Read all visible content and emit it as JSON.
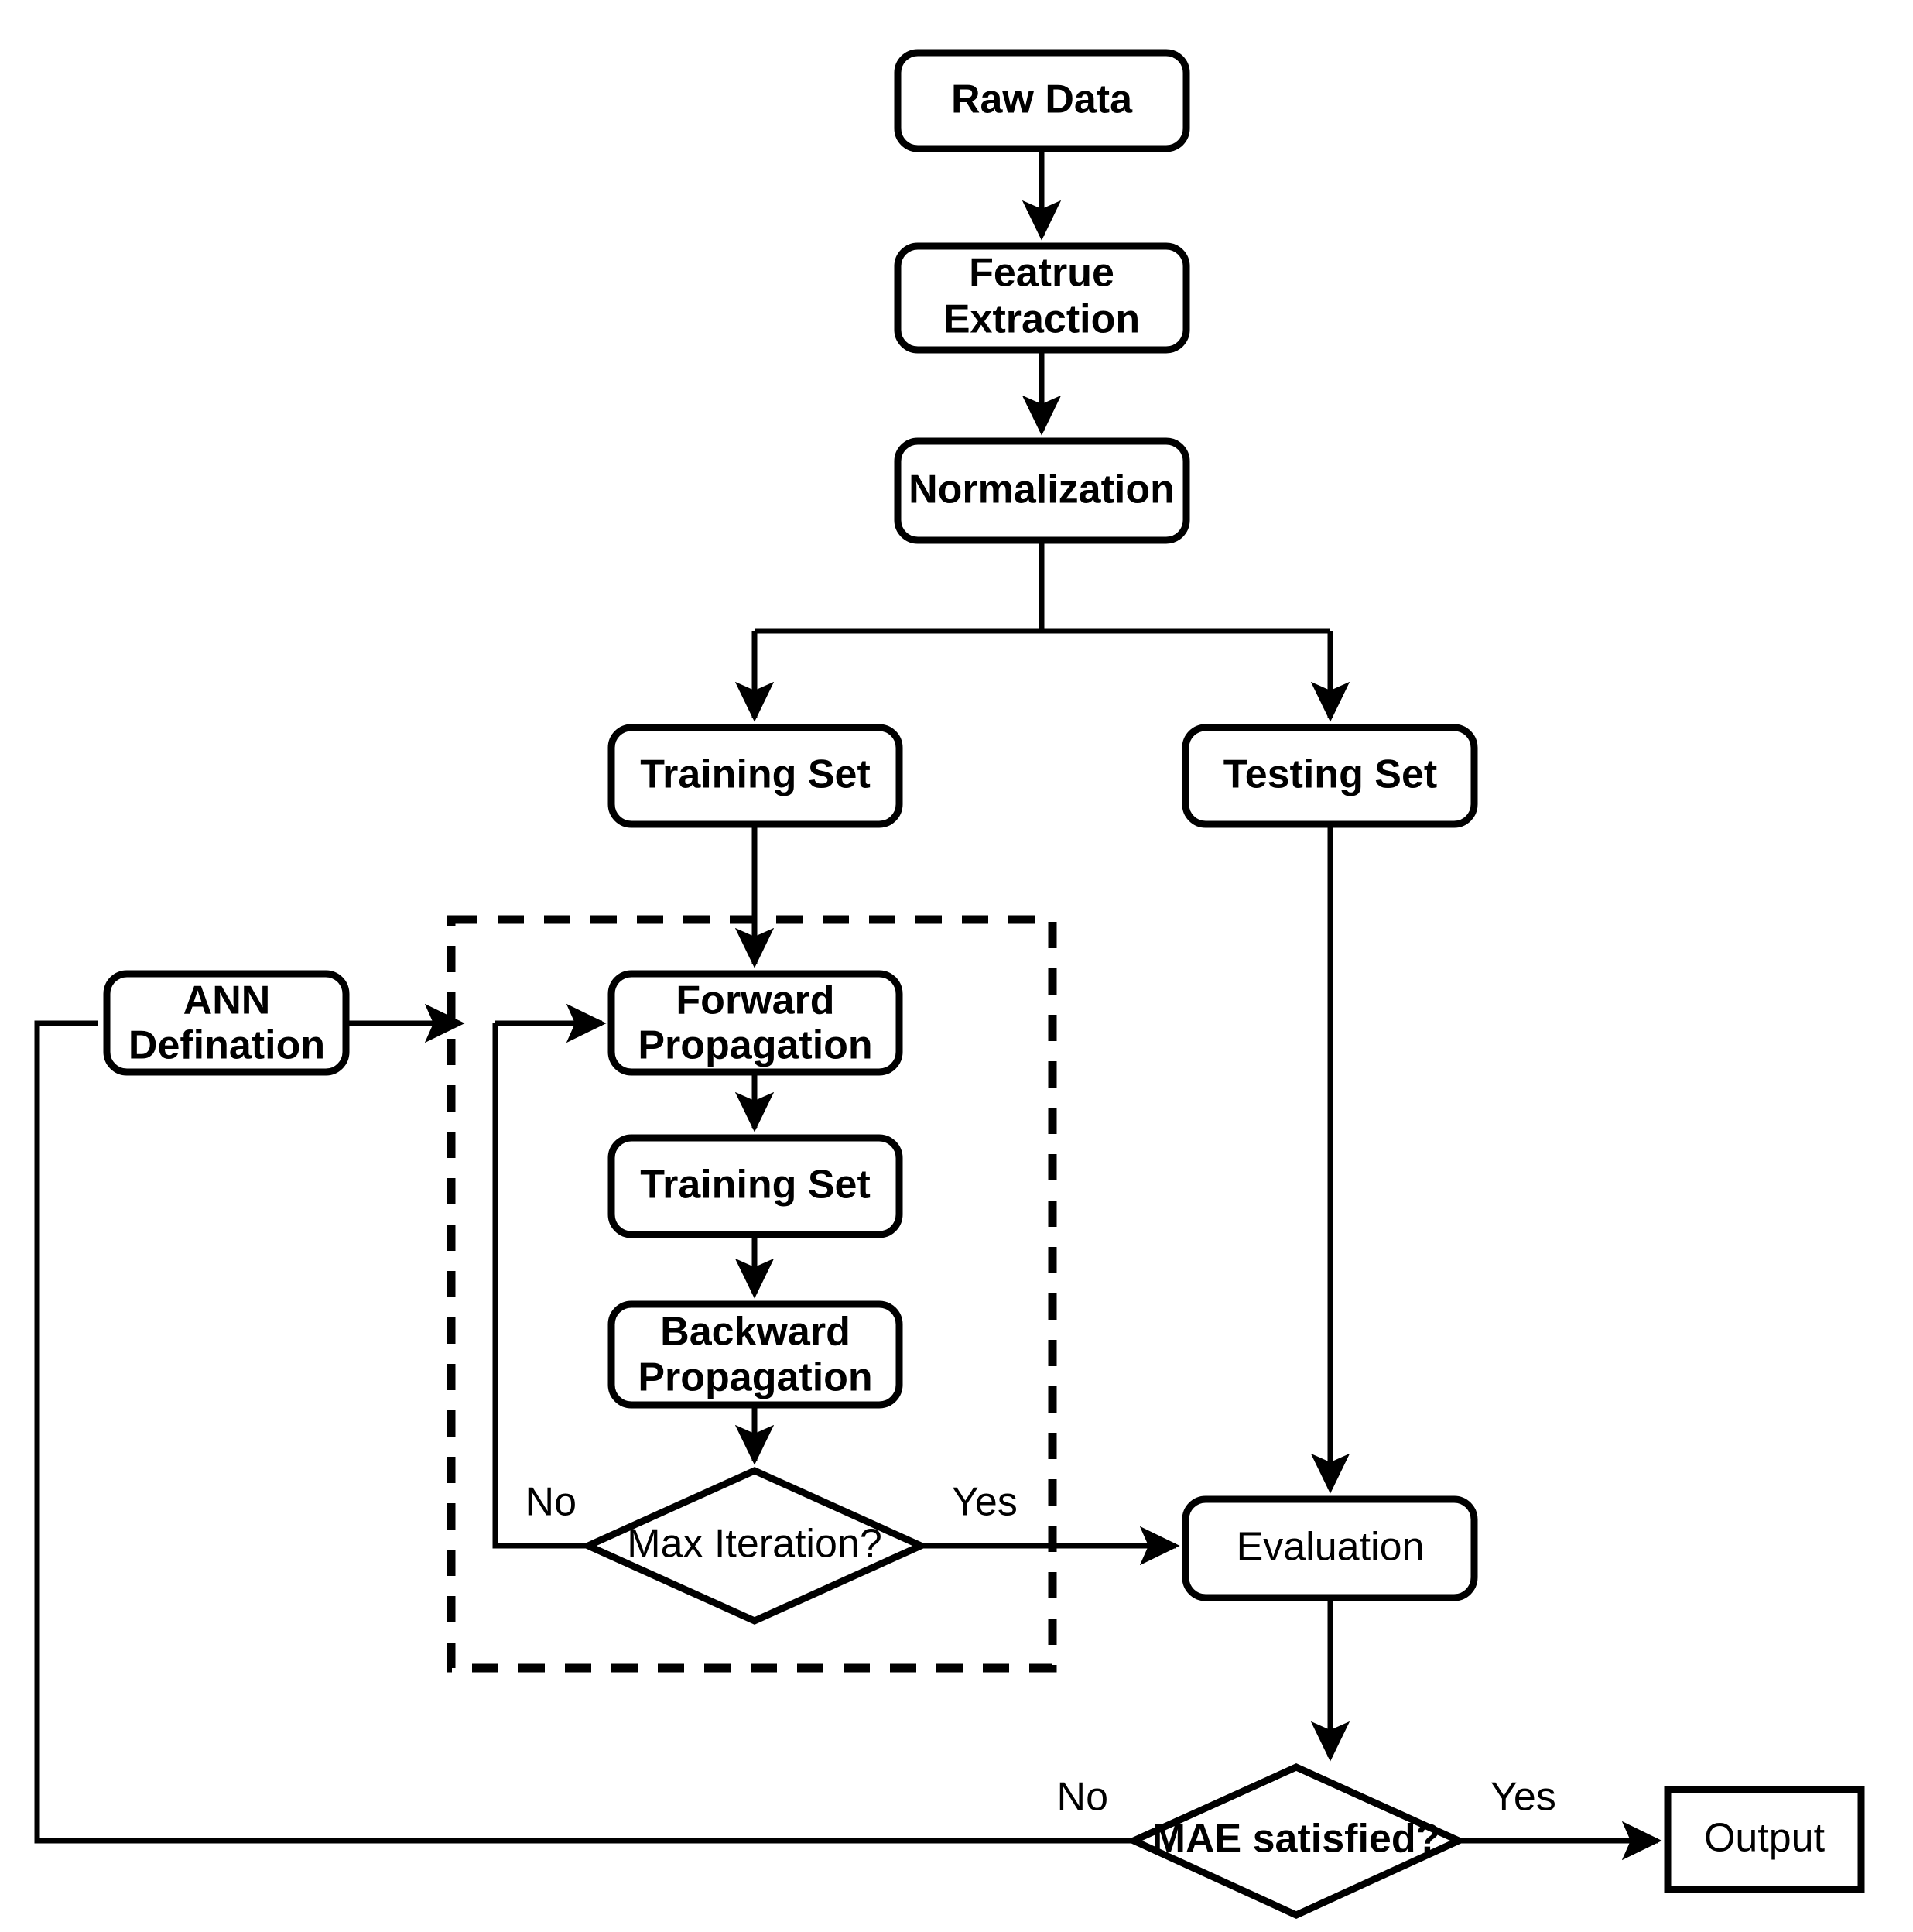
{
  "diagram": {
    "title": "ANN training and evaluation workflow flowchart",
    "type": "flowchart",
    "background_color": "#ffffff",
    "line_color": "#000000",
    "nodes": {
      "raw_data": {
        "label": "Raw Data",
        "shape": "rounded-rect"
      },
      "feature_extraction_line1": "Featrue",
      "feature_extraction_line2": "Extraction",
      "normalization": {
        "label": "Normalization",
        "shape": "rounded-rect"
      },
      "training_set": {
        "label": "Training Set",
        "shape": "rounded-rect"
      },
      "testing_set": {
        "label": "Testing Set",
        "shape": "rounded-rect"
      },
      "ann_defination_line1": "ANN",
      "ann_defination_line2": "Defination",
      "forward_propagation_line1": "Forward",
      "forward_propagation_line2": "Propagation",
      "inner_training_set": {
        "label": "Training Set",
        "shape": "rounded-rect"
      },
      "backward_propagation_line1": "Backward",
      "backward_propagation_line2": "Propagation",
      "max_iteration": {
        "label": "Max Iteration?",
        "shape": "diamond"
      },
      "evaluation": {
        "label": "Evaluation",
        "shape": "rounded-rect"
      },
      "mae_satisfied": {
        "label": "MAE satisfied?",
        "shape": "diamond"
      },
      "output": {
        "label": "Output",
        "shape": "rect"
      }
    },
    "edge_labels": {
      "max_iteration_no": "No",
      "max_iteration_yes": "Yes",
      "mae_no": "No",
      "mae_yes": "Yes"
    },
    "groups": {
      "training_loop": {
        "style": "dashed",
        "label": ""
      }
    }
  }
}
